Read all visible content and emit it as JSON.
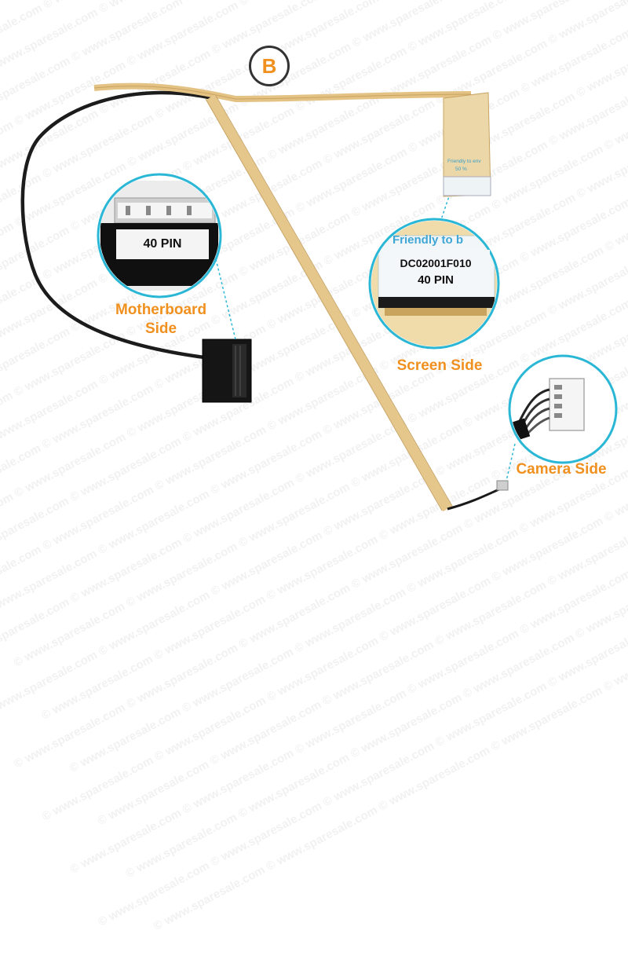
{
  "watermark": {
    "text": "© www.sparesale.com"
  },
  "badge": {
    "letter": "B"
  },
  "motherboard": {
    "pin_label": "40 PIN",
    "side_label_line1": "Motherboard",
    "side_label_line2": "Side"
  },
  "screen": {
    "header_text": "Friendly to b",
    "part_number": "DC02001F010",
    "pin_label": "40 PIN",
    "side_label": "Screen Side",
    "connector_print": "Friendly to env"
  },
  "camera": {
    "side_label": "Camera Side"
  },
  "colors": {
    "accent_orange": "#f0901e",
    "callout_cyan": "#2ab7d6",
    "cable_tan": "#e8c98c",
    "cable_black": "#1a1a1a"
  }
}
